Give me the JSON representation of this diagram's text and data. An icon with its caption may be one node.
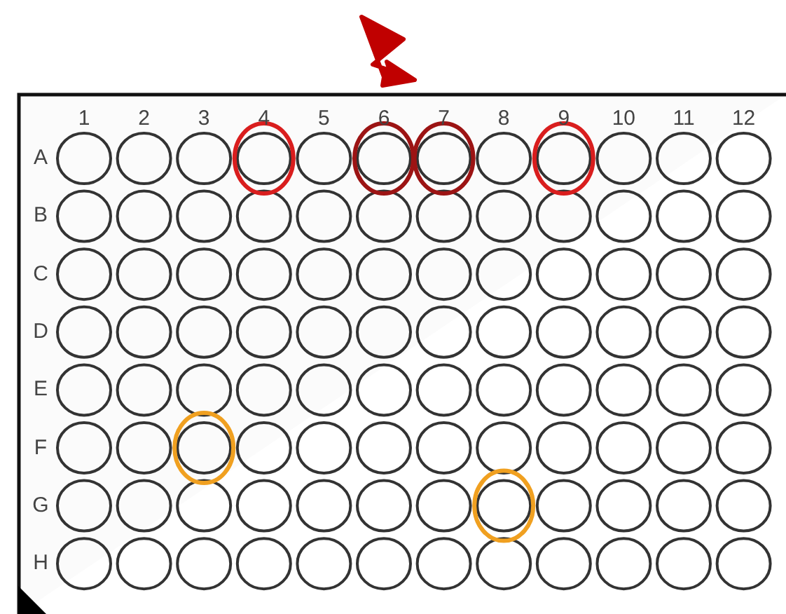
{
  "diagram": {
    "labels": [
      "1",
      "2",
      "3",
      "4",
      "5",
      "6",
      "7",
      "8",
      "9",
      "10",
      "11",
      "12",
      "A",
      "B",
      "C",
      "D",
      "E",
      "F",
      "G",
      "H"
    ]
  }
}
